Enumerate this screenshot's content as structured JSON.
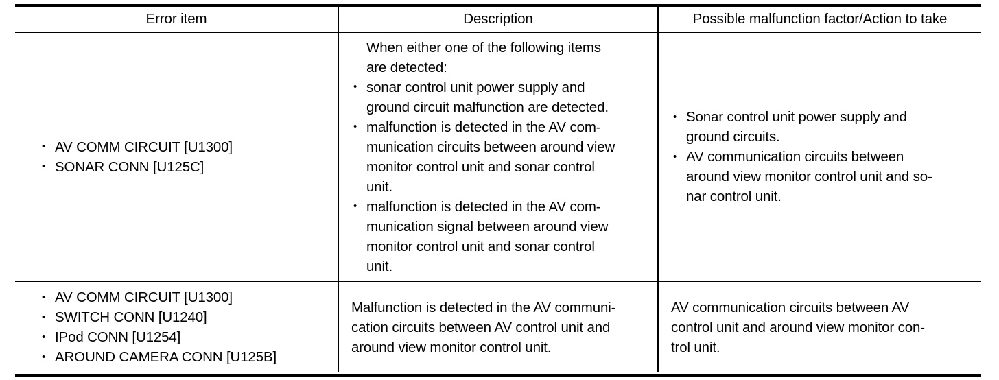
{
  "table": {
    "headers": [
      "Error item",
      "Description",
      "Possible malfunction factor/Action to take"
    ],
    "rows": [
      {
        "error_items": [
          "AV COMM CIRCUIT [U1300]",
          "SONAR CONN [U125C]"
        ],
        "description": {
          "lead": "When either one of the following items are detected:",
          "lead_lines": [
            "When either one of the following items",
            "are detected:"
          ],
          "bullets": [
            "sonar control unit power supply and ground circuit malfunction are detected.",
            "malfunction is detected in the AV communication circuits between around view monitor control unit and sonar control unit.",
            "malfunction is detected in the AV communication signal between around view monitor control unit and sonar control unit."
          ],
          "bullet_lines": [
            [
              "sonar control unit power supply and",
              "ground circuit malfunction are detected."
            ],
            [
              "malfunction is detected in the AV com-",
              "munication circuits between around view",
              "monitor control unit and sonar control",
              "unit."
            ],
            [
              "malfunction is detected in the AV com-",
              "munication signal between around view",
              "monitor control unit and sonar control",
              "unit."
            ]
          ]
        },
        "factor": {
          "bullets": [
            "Sonar control unit power supply and ground circuits.",
            "AV communication circuits between around view monitor control unit and sonar control unit."
          ],
          "bullet_lines": [
            [
              "Sonar control unit power supply and",
              "ground circuits."
            ],
            [
              "AV communication circuits between",
              "around view monitor control unit and so-",
              "nar control unit."
            ]
          ]
        }
      },
      {
        "error_items": [
          "AV COMM CIRCUIT [U1300]",
          "SWITCH CONN [U1240]",
          "IPod CONN [U1254]",
          "AROUND CAMERA CONN [U125B]"
        ],
        "description": {
          "lead": "Malfunction is detected in the AV communication circuits between AV control unit and around view monitor control unit.",
          "lead_lines": [
            "Malfunction is detected in the AV communi-",
            "cation circuits between AV control unit and",
            "around view monitor control unit."
          ],
          "bullets": [],
          "bullet_lines": []
        },
        "factor": {
          "text": "AV communication circuits between AV control unit and around view monitor control unit.",
          "lines": [
            "AV communication circuits between AV",
            "control unit and around view monitor con-",
            "trol unit."
          ],
          "bullets": [],
          "bullet_lines": []
        }
      }
    ]
  },
  "style": {
    "text_color": "#000000",
    "background": "#ffffff",
    "border_color": "#000000"
  }
}
